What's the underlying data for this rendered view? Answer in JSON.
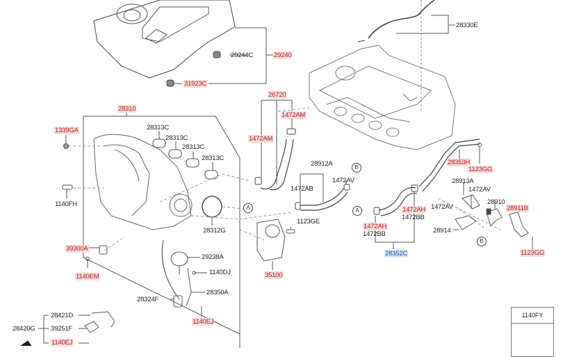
{
  "diagram_title": "Intake Manifold Parts Diagram",
  "colors": {
    "highlight_red": "#fbdcdc",
    "highlight_blue": "#d7e6fb",
    "line": "#444444"
  },
  "labels": [
    {
      "id": "29240",
      "text": "29240",
      "style": "red"
    },
    {
      "id": "29244C",
      "text": "29244C",
      "style": "plain"
    },
    {
      "id": "31923C",
      "text": "31923C",
      "style": "red"
    },
    {
      "id": "28330E",
      "text": "28330E",
      "style": "plain"
    },
    {
      "id": "28310",
      "text": "28310",
      "style": "red"
    },
    {
      "id": "1339GA",
      "text": "1339GA",
      "style": "red"
    },
    {
      "id": "1140FH",
      "text": "1140FH",
      "style": "plain"
    },
    {
      "id": "28313C-1",
      "text": "28313C",
      "style": "plain"
    },
    {
      "id": "28313C-2",
      "text": "28313C",
      "style": "plain"
    },
    {
      "id": "28313C-3",
      "text": "28313C",
      "style": "plain"
    },
    {
      "id": "28313C-4",
      "text": "28313C",
      "style": "plain"
    },
    {
      "id": "28312G",
      "text": "28312G",
      "style": "plain"
    },
    {
      "id": "26720",
      "text": "26720",
      "style": "red"
    },
    {
      "id": "1472AM-1",
      "text": "1472AM",
      "style": "red"
    },
    {
      "id": "1472AM-2",
      "text": "1472AM",
      "style": "red"
    },
    {
      "id": "28912A",
      "text": "28912A",
      "style": "plain"
    },
    {
      "id": "1472AB",
      "text": "1472AB",
      "style": "plain"
    },
    {
      "id": "1472AV-1",
      "text": "1472AV",
      "style": "plain"
    },
    {
      "id": "1123GE",
      "text": "1123GE",
      "style": "plain"
    },
    {
      "id": "35100",
      "text": "35100",
      "style": "red"
    },
    {
      "id": "39300A",
      "text": "39300A",
      "style": "red"
    },
    {
      "id": "1140EM",
      "text": "1140EM",
      "style": "red"
    },
    {
      "id": "29238A",
      "text": "29238A",
      "style": "plain"
    },
    {
      "id": "1140DJ",
      "text": "1140DJ",
      "style": "plain"
    },
    {
      "id": "28350A",
      "text": "28350A",
      "style": "plain"
    },
    {
      "id": "28324F",
      "text": "28324F",
      "style": "plain"
    },
    {
      "id": "1140EJ-1",
      "text": "1140EJ",
      "style": "red"
    },
    {
      "id": "28421D",
      "text": "28421D",
      "style": "plain"
    },
    {
      "id": "28420G",
      "text": "28420G",
      "style": "plain"
    },
    {
      "id": "39251F",
      "text": "39251F",
      "style": "plain"
    },
    {
      "id": "1140EJ-2",
      "text": "1140EJ",
      "style": "red"
    },
    {
      "id": "1472AH-1",
      "text": "1472AH",
      "style": "red"
    },
    {
      "id": "1472BB-1",
      "text": "1472BB",
      "style": "plain"
    },
    {
      "id": "1472AH-2",
      "text": "1472AH",
      "style": "red"
    },
    {
      "id": "1472BB-2",
      "text": "1472BB",
      "style": "plain"
    },
    {
      "id": "28352C",
      "text": "28352C",
      "style": "blue"
    },
    {
      "id": "28353H",
      "text": "28353H",
      "style": "red"
    },
    {
      "id": "1123GG-1",
      "text": "1123GG",
      "style": "red"
    },
    {
      "id": "28913A",
      "text": "28913A",
      "style": "plain"
    },
    {
      "id": "1472AV-2",
      "text": "1472AV",
      "style": "plain"
    },
    {
      "id": "1472AV-3",
      "text": "1472AV",
      "style": "plain"
    },
    {
      "id": "28910",
      "text": "28910",
      "style": "plain"
    },
    {
      "id": "28911B",
      "text": "28911B",
      "style": "red"
    },
    {
      "id": "28914",
      "text": "28914",
      "style": "plain"
    },
    {
      "id": "1123GG-2",
      "text": "1123GG",
      "style": "red"
    }
  ],
  "connectors": [
    {
      "id": "A-1",
      "text": "A"
    },
    {
      "id": "A-2",
      "text": "A"
    },
    {
      "id": "B-1",
      "text": "B"
    },
    {
      "id": "B-2",
      "text": "B"
    }
  ],
  "legend_box": {
    "header": "1140FY"
  }
}
